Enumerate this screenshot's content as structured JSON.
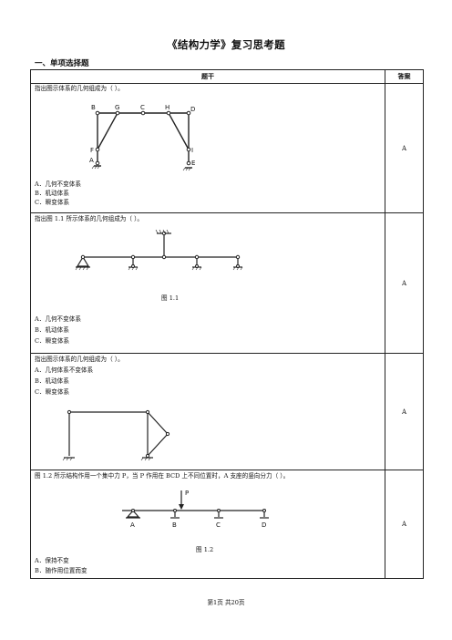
{
  "title": "《结构力学》复习思考题",
  "section_heading": "一、单项选择题",
  "table_header": {
    "question": "题干",
    "answer": "答案"
  },
  "questions": [
    {
      "stem": "指出图示体系的几何组成为（      ）。",
      "options": [
        "A．几何不变体系",
        "B．机动体系",
        "C．瞬变体系"
      ],
      "figure_labels": [
        "B",
        "G",
        "C",
        "H",
        "D",
        "F",
        "I",
        "A",
        "E"
      ],
      "answer": "A"
    },
    {
      "stem": "指出图 1.1 所示体系的几何组成为（      ）。",
      "options": [
        "A．几何不变体系",
        "B．机动体系",
        "C．瞬变体系"
      ],
      "caption": "图 1.1",
      "answer": "A"
    },
    {
      "stem": "指出图示体系的几何组成为（      ）。",
      "options": [
        "A．几何体系不变体系",
        "B．机动体系",
        "C．瞬变体系"
      ],
      "answer": "A"
    },
    {
      "stem": "图 1.2 所示结构作用一个集中力 P，当 P 作用在 BCD 上不同位置时，A 支座的竖向分力（      ）。",
      "options": [
        "A．保持不变",
        "B．随作用位置而变"
      ],
      "caption": "图 1.2",
      "figure_labels": [
        "P",
        "A",
        "B",
        "C",
        "D"
      ],
      "answer": "A"
    }
  ],
  "footer": "第1页    共20页"
}
